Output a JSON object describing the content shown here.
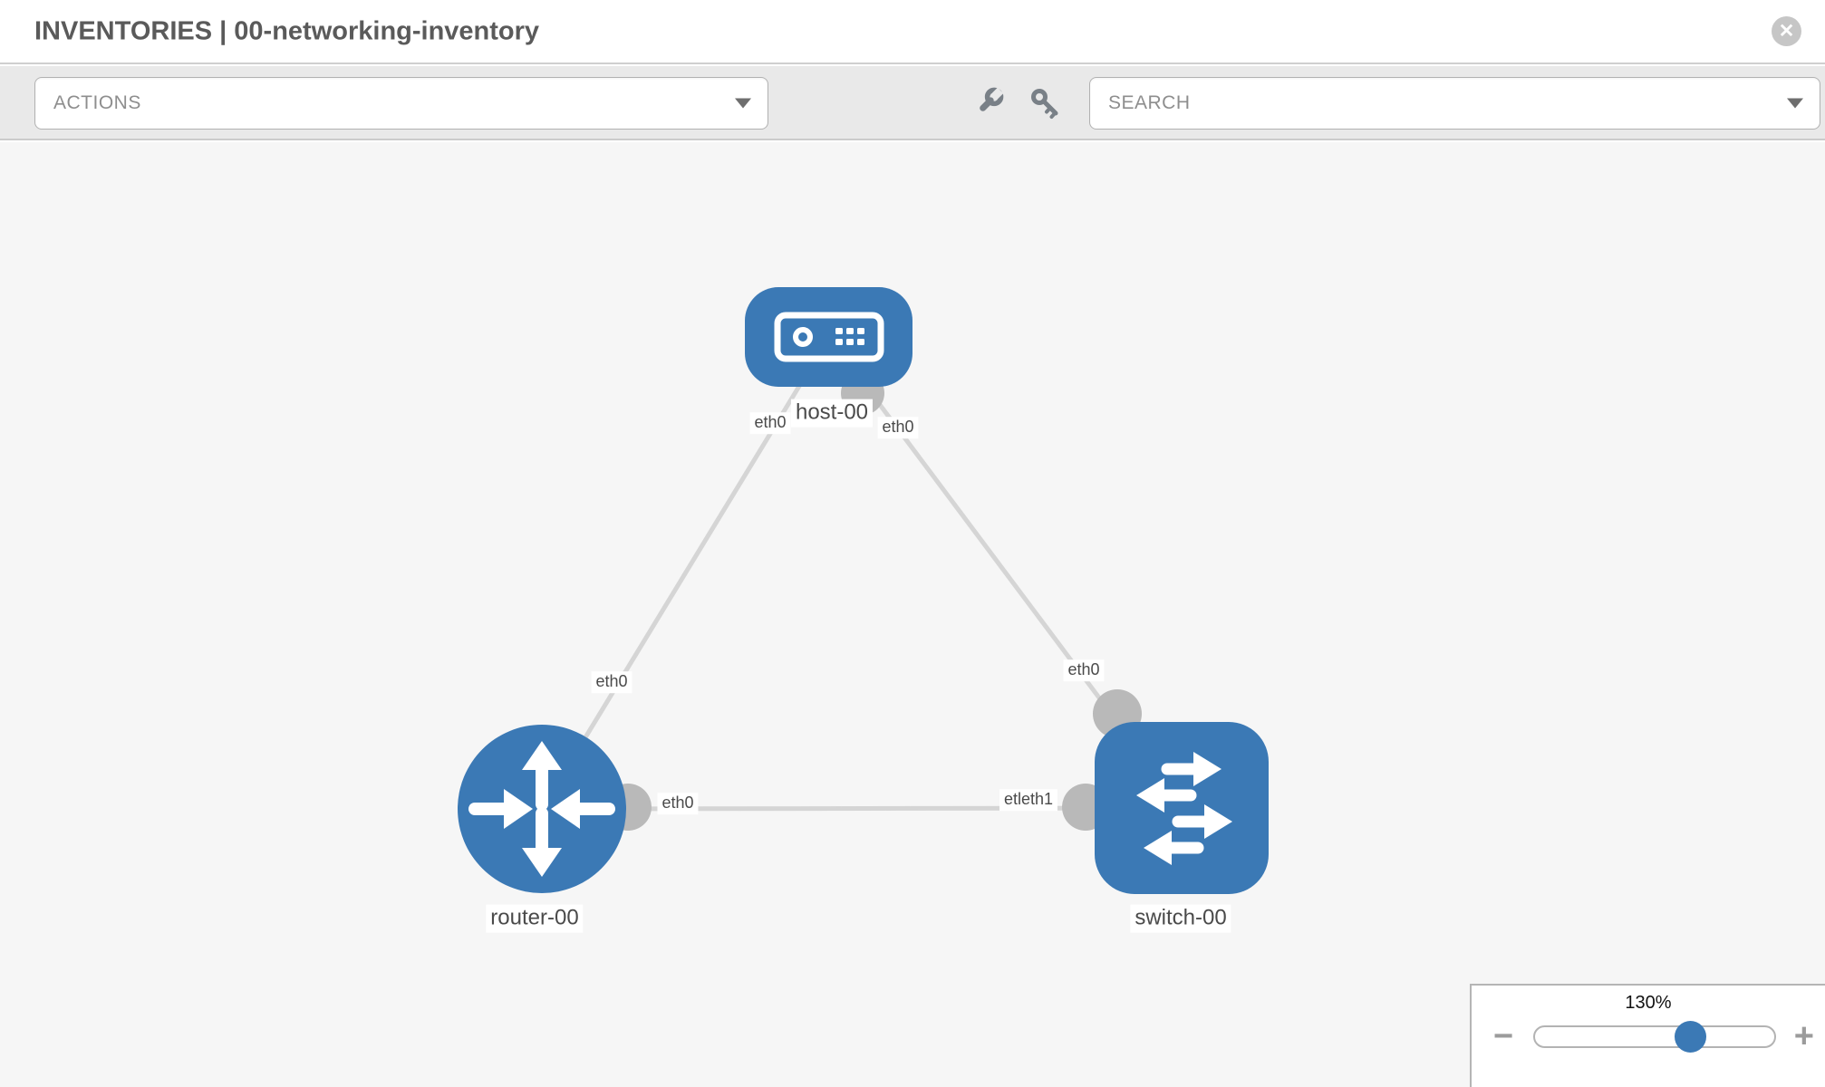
{
  "header": {
    "title": "INVENTORIES | 00-networking-inventory",
    "close_glyph": "✕"
  },
  "toolbar": {
    "actions_label": "ACTIONS",
    "search_placeholder": "SEARCH",
    "icons": [
      "wrench-icon",
      "key-icon"
    ]
  },
  "diagram": {
    "nodes": [
      {
        "id": "host-00",
        "type": "host",
        "label": "host-00"
      },
      {
        "id": "router-00",
        "type": "router",
        "label": "router-00"
      },
      {
        "id": "switch-00",
        "type": "switch",
        "label": "switch-00"
      }
    ],
    "links": [
      {
        "from": "host-00",
        "to": "router-00"
      },
      {
        "from": "host-00",
        "to": "switch-00"
      },
      {
        "from": "router-00",
        "to": "switch-00"
      }
    ],
    "node_labels": {
      "host": "host-00",
      "router": "router-00",
      "switch": "switch-00"
    },
    "interface_labels": {
      "host_left": "eth0",
      "host_right": "eth0",
      "link_host_router": "eth0",
      "link_host_switch": "eth0",
      "router_right": "eth0",
      "switch_left": "etleth1"
    }
  },
  "zoom_panel": {
    "level": "130%",
    "minus_glyph": "−",
    "plus_glyph": "+"
  },
  "colors": {
    "node_blue": "#3b79b5",
    "link_gray": "#d5d5d5",
    "stub_gray": "#b9b9b9",
    "toolbar_bg": "#e9e9e9",
    "canvas_bg": "#f6f6f6"
  }
}
